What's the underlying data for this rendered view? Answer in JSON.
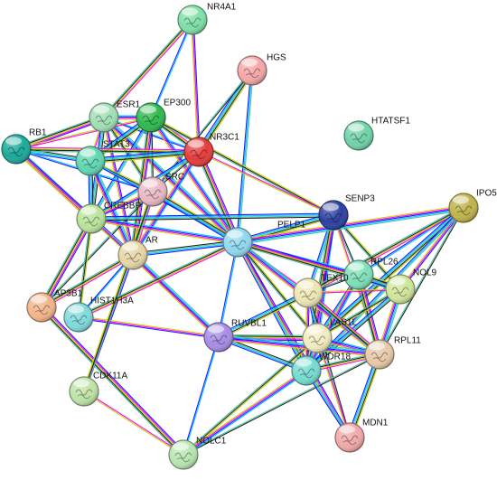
{
  "network": {
    "evidence_colors": [
      "#00c8ff",
      "#1a1aff",
      "#ff00ff",
      "#c8d200",
      "#222222",
      "#4fc3a1"
    ],
    "nodes": [
      {
        "id": "NR4A1",
        "label": "NR4A1",
        "color": "#7ee0a6"
      },
      {
        "id": "HGS",
        "label": "HGS",
        "color": "#f4a6a6"
      },
      {
        "id": "HTATSF1",
        "label": "HTATSF1",
        "color": "#6fd2a8"
      },
      {
        "id": "ESR1",
        "label": "ESR1",
        "color": "#9ee0b4"
      },
      {
        "id": "EP300",
        "label": "EP300",
        "color": "#2eb84e"
      },
      {
        "id": "RB1",
        "label": "RB1",
        "color": "#1aa99a"
      },
      {
        "id": "NR3C1",
        "label": "NR3C1",
        "color": "#e63a3a"
      },
      {
        "id": "STAT3",
        "label": "STAT3",
        "color": "#5fd6b0"
      },
      {
        "id": "SRC",
        "label": "SRC",
        "color": "#e8b8c4"
      },
      {
        "id": "CREBBP",
        "label": "CREBBP",
        "color": "#b8e39a"
      },
      {
        "id": "SENP3",
        "label": "SENP3",
        "color": "#2a3fa0"
      },
      {
        "id": "IPO5",
        "label": "IPO5",
        "color": "#c0b24a"
      },
      {
        "id": "PELP1",
        "label": "PELP1",
        "color": "#8fd8f0"
      },
      {
        "id": "AR",
        "label": "AR",
        "color": "#e6d6a6"
      },
      {
        "id": "RPL26",
        "label": "RPL26",
        "color": "#7ee0b8"
      },
      {
        "id": "NOL9",
        "label": "NOL9",
        "color": "#cfe69a"
      },
      {
        "id": "TEX10",
        "label": "TEX10",
        "color": "#ece6b4"
      },
      {
        "id": "AP3B1",
        "label": "AP3B1",
        "color": "#f2b58a"
      },
      {
        "id": "HIST1H3A",
        "label": "HIST1H3A",
        "color": "#7fdadb"
      },
      {
        "id": "LAS1L",
        "label": "LAS1L",
        "color": "#f1ecc0"
      },
      {
        "id": "RUVBL1",
        "label": "RUVBL1",
        "color": "#a78ce6"
      },
      {
        "id": "RPL11",
        "label": "RPL11",
        "color": "#e8c8a8"
      },
      {
        "id": "WDR18",
        "label": "WDR18",
        "color": "#74dcd0"
      },
      {
        "id": "CDK11A",
        "label": "CDK11A",
        "color": "#bfe3a6"
      },
      {
        "id": "MDN1",
        "label": "MDN1",
        "color": "#f0a8a8"
      },
      {
        "id": "NOLC1",
        "label": "NOLC1",
        "color": "#b8e6b0"
      }
    ],
    "edges": [
      [
        "NR4A1",
        "EP300"
      ],
      [
        "NR4A1",
        "NR3C1"
      ],
      [
        "NR4A1",
        "ESR1"
      ],
      [
        "HGS",
        "NR3C1"
      ],
      [
        "HGS",
        "SRC"
      ],
      [
        "HGS",
        "PELP1"
      ],
      [
        "ESR1",
        "EP300"
      ],
      [
        "ESR1",
        "RB1"
      ],
      [
        "ESR1",
        "STAT3"
      ],
      [
        "ESR1",
        "SRC"
      ],
      [
        "ESR1",
        "CREBBP"
      ],
      [
        "ESR1",
        "PELP1"
      ],
      [
        "ESR1",
        "NR3C1"
      ],
      [
        "ESR1",
        "AR"
      ],
      [
        "EP300",
        "NR3C1"
      ],
      [
        "EP300",
        "STAT3"
      ],
      [
        "EP300",
        "SRC"
      ],
      [
        "EP300",
        "CREBBP"
      ],
      [
        "EP300",
        "PELP1"
      ],
      [
        "EP300",
        "AR"
      ],
      [
        "EP300",
        "RB1"
      ],
      [
        "EP300",
        "SENP3"
      ],
      [
        "RB1",
        "STAT3"
      ],
      [
        "RB1",
        "CREBBP"
      ],
      [
        "RB1",
        "SRC"
      ],
      [
        "RB1",
        "AR"
      ],
      [
        "RB1",
        "NR3C1"
      ],
      [
        "NR3C1",
        "STAT3"
      ],
      [
        "NR3C1",
        "SRC"
      ],
      [
        "NR3C1",
        "CREBBP"
      ],
      [
        "NR3C1",
        "AR"
      ],
      [
        "NR3C1",
        "PELP1"
      ],
      [
        "NR3C1",
        "SENP3"
      ],
      [
        "STAT3",
        "SRC"
      ],
      [
        "STAT3",
        "CREBBP"
      ],
      [
        "STAT3",
        "AR"
      ],
      [
        "STAT3",
        "PELP1"
      ],
      [
        "SRC",
        "CREBBP"
      ],
      [
        "SRC",
        "AR"
      ],
      [
        "SRC",
        "PELP1"
      ],
      [
        "SRC",
        "AP3B1"
      ],
      [
        "CREBBP",
        "AR"
      ],
      [
        "CREBBP",
        "PELP1"
      ],
      [
        "CREBBP",
        "AP3B1"
      ],
      [
        "CREBBP",
        "RUVBL1"
      ],
      [
        "CREBBP",
        "HIST1H3A"
      ],
      [
        "AR",
        "PELP1"
      ],
      [
        "AR",
        "RUVBL1"
      ],
      [
        "AR",
        "HIST1H3A"
      ],
      [
        "AR",
        "CDK11A"
      ],
      [
        "AR",
        "AP3B1"
      ],
      [
        "SENP3",
        "PELP1"
      ],
      [
        "SENP3",
        "RPL26"
      ],
      [
        "SENP3",
        "TEX10"
      ],
      [
        "SENP3",
        "LAS1L"
      ],
      [
        "SENP3",
        "WDR18"
      ],
      [
        "SENP3",
        "RPL11"
      ],
      [
        "SENP3",
        "NOL9"
      ],
      [
        "SENP3",
        "CREBBP"
      ],
      [
        "IPO5",
        "PELP1"
      ],
      [
        "IPO5",
        "RPL26"
      ],
      [
        "IPO5",
        "NOL9"
      ],
      [
        "IPO5",
        "TEX10"
      ],
      [
        "IPO5",
        "LAS1L"
      ],
      [
        "IPO5",
        "RPL11"
      ],
      [
        "IPO5",
        "WDR18"
      ],
      [
        "PELP1",
        "RPL26"
      ],
      [
        "PELP1",
        "NOL9"
      ],
      [
        "PELP1",
        "TEX10"
      ],
      [
        "PELP1",
        "LAS1L"
      ],
      [
        "PELP1",
        "WDR18"
      ],
      [
        "PELP1",
        "RPL11"
      ],
      [
        "PELP1",
        "RUVBL1"
      ],
      [
        "PELP1",
        "MDN1"
      ],
      [
        "PELP1",
        "HIST1H3A"
      ],
      [
        "RPL26",
        "NOL9"
      ],
      [
        "RPL26",
        "TEX10"
      ],
      [
        "RPL26",
        "LAS1L"
      ],
      [
        "RPL26",
        "WDR18"
      ],
      [
        "RPL26",
        "RPL11"
      ],
      [
        "NOL9",
        "TEX10"
      ],
      [
        "NOL9",
        "LAS1L"
      ],
      [
        "NOL9",
        "WDR18"
      ],
      [
        "NOL9",
        "RPL11"
      ],
      [
        "TEX10",
        "LAS1L"
      ],
      [
        "TEX10",
        "WDR18"
      ],
      [
        "TEX10",
        "RPL11"
      ],
      [
        "TEX10",
        "RUVBL1"
      ],
      [
        "TEX10",
        "MDN1"
      ],
      [
        "LAS1L",
        "WDR18"
      ],
      [
        "LAS1L",
        "RPL11"
      ],
      [
        "LAS1L",
        "RUVBL1"
      ],
      [
        "LAS1L",
        "MDN1"
      ],
      [
        "LAS1L",
        "NOLC1"
      ],
      [
        "RUVBL1",
        "WDR18"
      ],
      [
        "RUVBL1",
        "RPL11"
      ],
      [
        "RUVBL1",
        "NOLC1"
      ],
      [
        "RUVBL1",
        "HIST1H3A"
      ],
      [
        "RPL11",
        "WDR18"
      ],
      [
        "RPL11",
        "MDN1"
      ],
      [
        "RPL11",
        "NOLC1"
      ],
      [
        "WDR18",
        "MDN1"
      ],
      [
        "WDR18",
        "NOLC1"
      ],
      [
        "AP3B1",
        "NOLC1"
      ],
      [
        "CDK11A",
        "NOLC1"
      ],
      [
        "CDK11A",
        "SRC"
      ]
    ]
  }
}
